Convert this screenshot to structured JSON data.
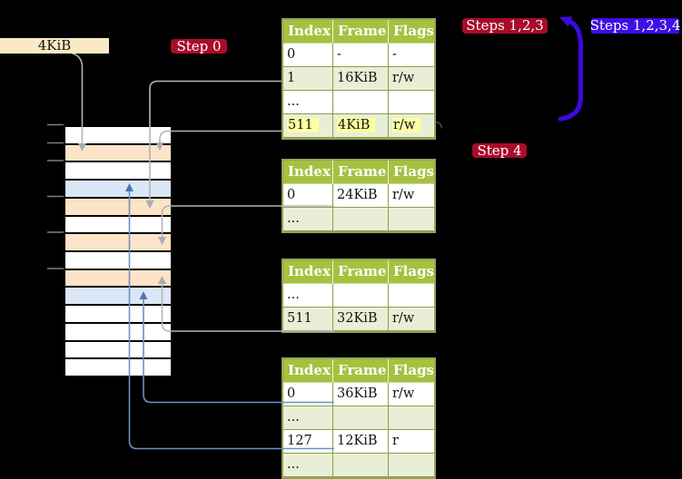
{
  "colors": {
    "background": "#000000",
    "white": "#ffffff",
    "peach": "#fde3c7",
    "lightblue": "#dbe6f6",
    "wheat": "#fbe9c6",
    "red_label": "#a80c28",
    "blue_label": "#3e0ee4",
    "header_green": "#a6c13f",
    "row_green": "#e9efd6",
    "table_border": "#96a35a",
    "highlight_yellow": "#feffa0",
    "gray_line": "#b5b5b5",
    "blue_line": "#6f8fc0",
    "blue_arrowhead": "#4d74b5",
    "big_arrow_blue": "#3a0ae0"
  },
  "labels": {
    "page_size": "4KiB",
    "step0": "Step 0",
    "steps123": "Steps 1,2,3",
    "steps1234": "Steps 1,2,3,4",
    "step4": "Step 4"
  },
  "memory": {
    "row_colors": [
      "white",
      "peach",
      "white",
      "lightblue",
      "peach",
      "white",
      "peach",
      "white",
      "peach",
      "lightblue",
      "white",
      "white",
      "white",
      "white"
    ],
    "tick_count": 6
  },
  "tables": [
    {
      "name": "page-table-level-1",
      "headers": [
        "Index",
        "Frame",
        "Flags"
      ],
      "rows": [
        {
          "cells": [
            "0",
            "-",
            "-"
          ],
          "shade": false
        },
        {
          "cells": [
            "1",
            "16KiB",
            "r/w"
          ],
          "shade": true
        },
        {
          "cells": [
            "...",
            "",
            ""
          ],
          "shade": false
        },
        {
          "cells": [
            "511",
            "4KiB",
            "r/w"
          ],
          "shade": true,
          "highlight": true
        }
      ]
    },
    {
      "name": "page-table-level-2",
      "headers": [
        "Index",
        "Frame",
        "Flags"
      ],
      "rows": [
        {
          "cells": [
            "0",
            "24KiB",
            "r/w"
          ],
          "shade": false
        },
        {
          "cells": [
            "...",
            "",
            ""
          ],
          "shade": true
        }
      ]
    },
    {
      "name": "page-table-level-3",
      "headers": [
        "Index",
        "Frame",
        "Flags"
      ],
      "rows": [
        {
          "cells": [
            "...",
            "",
            ""
          ],
          "shade": false
        },
        {
          "cells": [
            "511",
            "32KiB",
            "r/w"
          ],
          "shade": true
        }
      ]
    },
    {
      "name": "page-table-level-4",
      "headers": [
        "Index",
        "Frame",
        "Flags"
      ],
      "rows": [
        {
          "cells": [
            "0",
            "36KiB",
            "r/w"
          ],
          "shade": false
        },
        {
          "cells": [
            "...",
            "",
            ""
          ],
          "shade": true
        },
        {
          "cells": [
            "127",
            "12KiB",
            "r"
          ],
          "shade": false
        },
        {
          "cells": [
            "...",
            "",
            ""
          ],
          "shade": true
        }
      ]
    }
  ]
}
